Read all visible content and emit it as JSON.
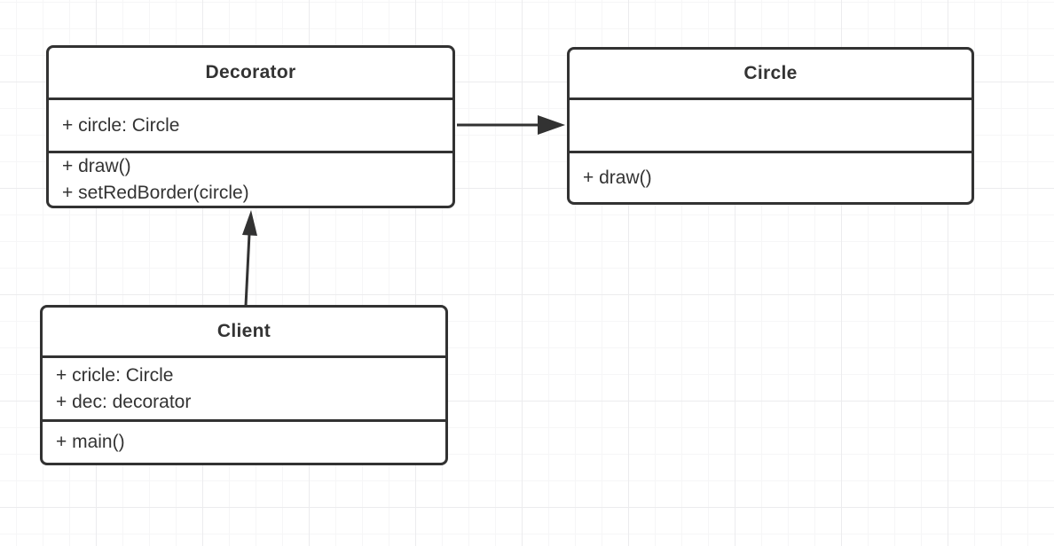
{
  "canvas": {
    "background_color": "#ffffff",
    "grid_minor_color": "#f6f6f7",
    "grid_major_color": "#ececee",
    "stroke_color": "#323232",
    "text_color": "#333333"
  },
  "diagram": {
    "type": "uml-class-diagram",
    "classes": [
      {
        "id": "decorator",
        "title": "Decorator",
        "attributes": [
          "+ circle: Circle"
        ],
        "methods": [
          "+ draw()",
          "+ setRedBorder(circle)"
        ]
      },
      {
        "id": "circle",
        "title": "Circle",
        "attributes": [],
        "methods": [
          "+ draw()"
        ]
      },
      {
        "id": "client",
        "title": "Client",
        "attributes": [
          "+ cricle: Circle",
          "+ dec: decorator"
        ],
        "methods": [
          "+ main()"
        ]
      }
    ],
    "connectors": [
      {
        "from": "Decorator",
        "to": "Circle",
        "type": "directed-association",
        "arrowhead": "filled-triangle"
      },
      {
        "from": "Client",
        "to": "Decorator",
        "type": "directed-association",
        "arrowhead": "filled-triangle"
      }
    ]
  }
}
